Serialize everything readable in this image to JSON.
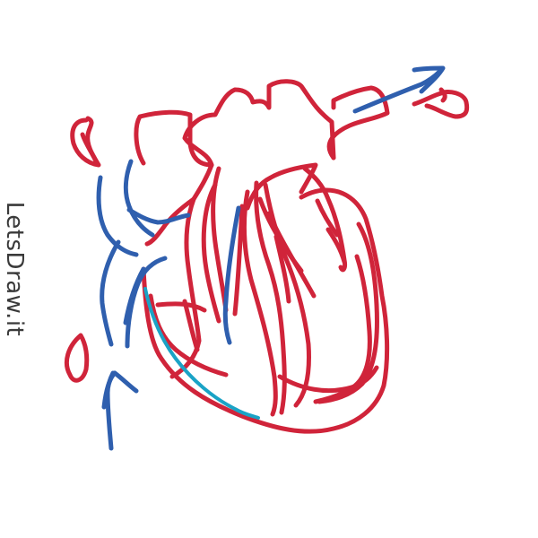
{
  "watermark": "LetsDraw.it",
  "colors": {
    "red": "#d0243a",
    "blue": "#2f5fae",
    "teal": "#1aa3c6",
    "background": "#ffffff"
  },
  "strokes": [
    {
      "name": "aorta-outline-stroke",
      "color": "red"
    },
    {
      "name": "aorta-outline-stroke",
      "color": "red"
    },
    {
      "name": "pulmonary-trunk-stroke",
      "color": "red"
    },
    {
      "name": "right-pulmonary-branch-stroke",
      "color": "red"
    },
    {
      "name": "right-pulmonary-branch-stroke",
      "color": "red"
    },
    {
      "name": "left-pulmonary-veins-stroke",
      "color": "red"
    },
    {
      "name": "left-pulmonary-veins-stroke",
      "color": "red"
    },
    {
      "name": "heart-outer-wall-stroke",
      "color": "red"
    },
    {
      "name": "heart-outer-wall-stroke",
      "color": "red"
    },
    {
      "name": "left-ventricle-wall-stroke",
      "color": "red"
    },
    {
      "name": "left-ventricle-wall-stroke",
      "color": "red"
    },
    {
      "name": "left-ventricle-wall-stroke",
      "color": "red"
    },
    {
      "name": "septum-stroke",
      "color": "red"
    },
    {
      "name": "septum-stroke",
      "color": "red"
    },
    {
      "name": "septum-stroke",
      "color": "red"
    },
    {
      "name": "septum-stroke",
      "color": "red"
    },
    {
      "name": "chordae-stroke",
      "color": "red"
    },
    {
      "name": "chordae-stroke",
      "color": "red"
    },
    {
      "name": "chordae-stroke",
      "color": "red"
    },
    {
      "name": "chordae-stroke",
      "color": "red"
    },
    {
      "name": "left-atrium-stroke",
      "color": "red"
    },
    {
      "name": "left-atrium-stroke",
      "color": "red"
    },
    {
      "name": "right-atrium-wall-stroke",
      "color": "red"
    },
    {
      "name": "right-atrium-wall-stroke",
      "color": "red"
    },
    {
      "name": "right-ventricle-stroke",
      "color": "red"
    },
    {
      "name": "right-ventricle-stroke",
      "color": "red"
    },
    {
      "name": "valve-flap-stroke",
      "color": "red"
    },
    {
      "name": "valve-flap-stroke",
      "color": "red"
    },
    {
      "name": "lower-left-vessel-stroke",
      "color": "red"
    },
    {
      "name": "apex-stroke",
      "color": "red"
    },
    {
      "name": "superior-vena-cava-stroke",
      "color": "blue"
    },
    {
      "name": "superior-vena-cava-stroke",
      "color": "blue"
    },
    {
      "name": "superior-vena-cava-stroke",
      "color": "blue"
    },
    {
      "name": "inferior-vena-cava-stroke",
      "color": "blue"
    },
    {
      "name": "right-atrium-blue-stroke",
      "color": "blue"
    },
    {
      "name": "right-atrium-blue-stroke",
      "color": "blue"
    },
    {
      "name": "inner-blue-line-stroke",
      "color": "blue"
    },
    {
      "name": "outflow-arrow-stroke",
      "color": "blue"
    },
    {
      "name": "outflow-arrow-head-stroke",
      "color": "blue"
    },
    {
      "name": "inflow-arrow-stroke",
      "color": "blue"
    },
    {
      "name": "inflow-arrow-head-stroke",
      "color": "blue"
    },
    {
      "name": "right-ventricle-teal-stroke",
      "color": "teal"
    }
  ]
}
